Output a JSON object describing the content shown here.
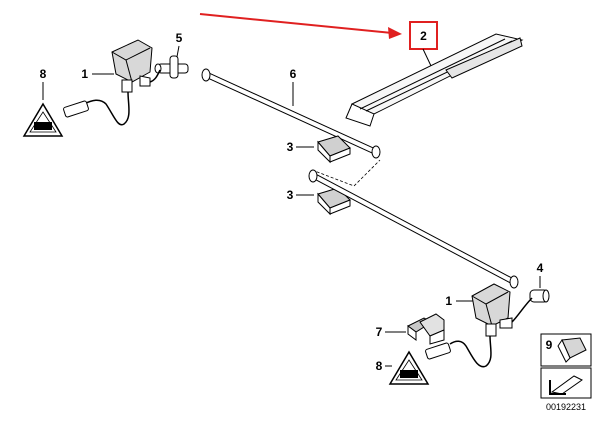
{
  "diagram": {
    "accent_color": "#e02020",
    "callouts": {
      "c1_top": "1",
      "c2": "2",
      "c3_top": "3",
      "c3_bottom": "3",
      "c4": "4",
      "c5": "5",
      "c6": "6",
      "c7": "7",
      "c8_top": "8",
      "c8_bottom": "8",
      "c1_bottom": "1",
      "c9": "9"
    },
    "catalog_number": "00192231",
    "icons": [
      "washer-jet-nozzle-icon",
      "tee-connector-icon",
      "hose-icon",
      "hose-clip-icon",
      "check-valve-icon",
      "sealing-plug-icon",
      "warning-triangle-icon",
      "clip-legend-icon",
      "arrow-legend-icon"
    ]
  }
}
